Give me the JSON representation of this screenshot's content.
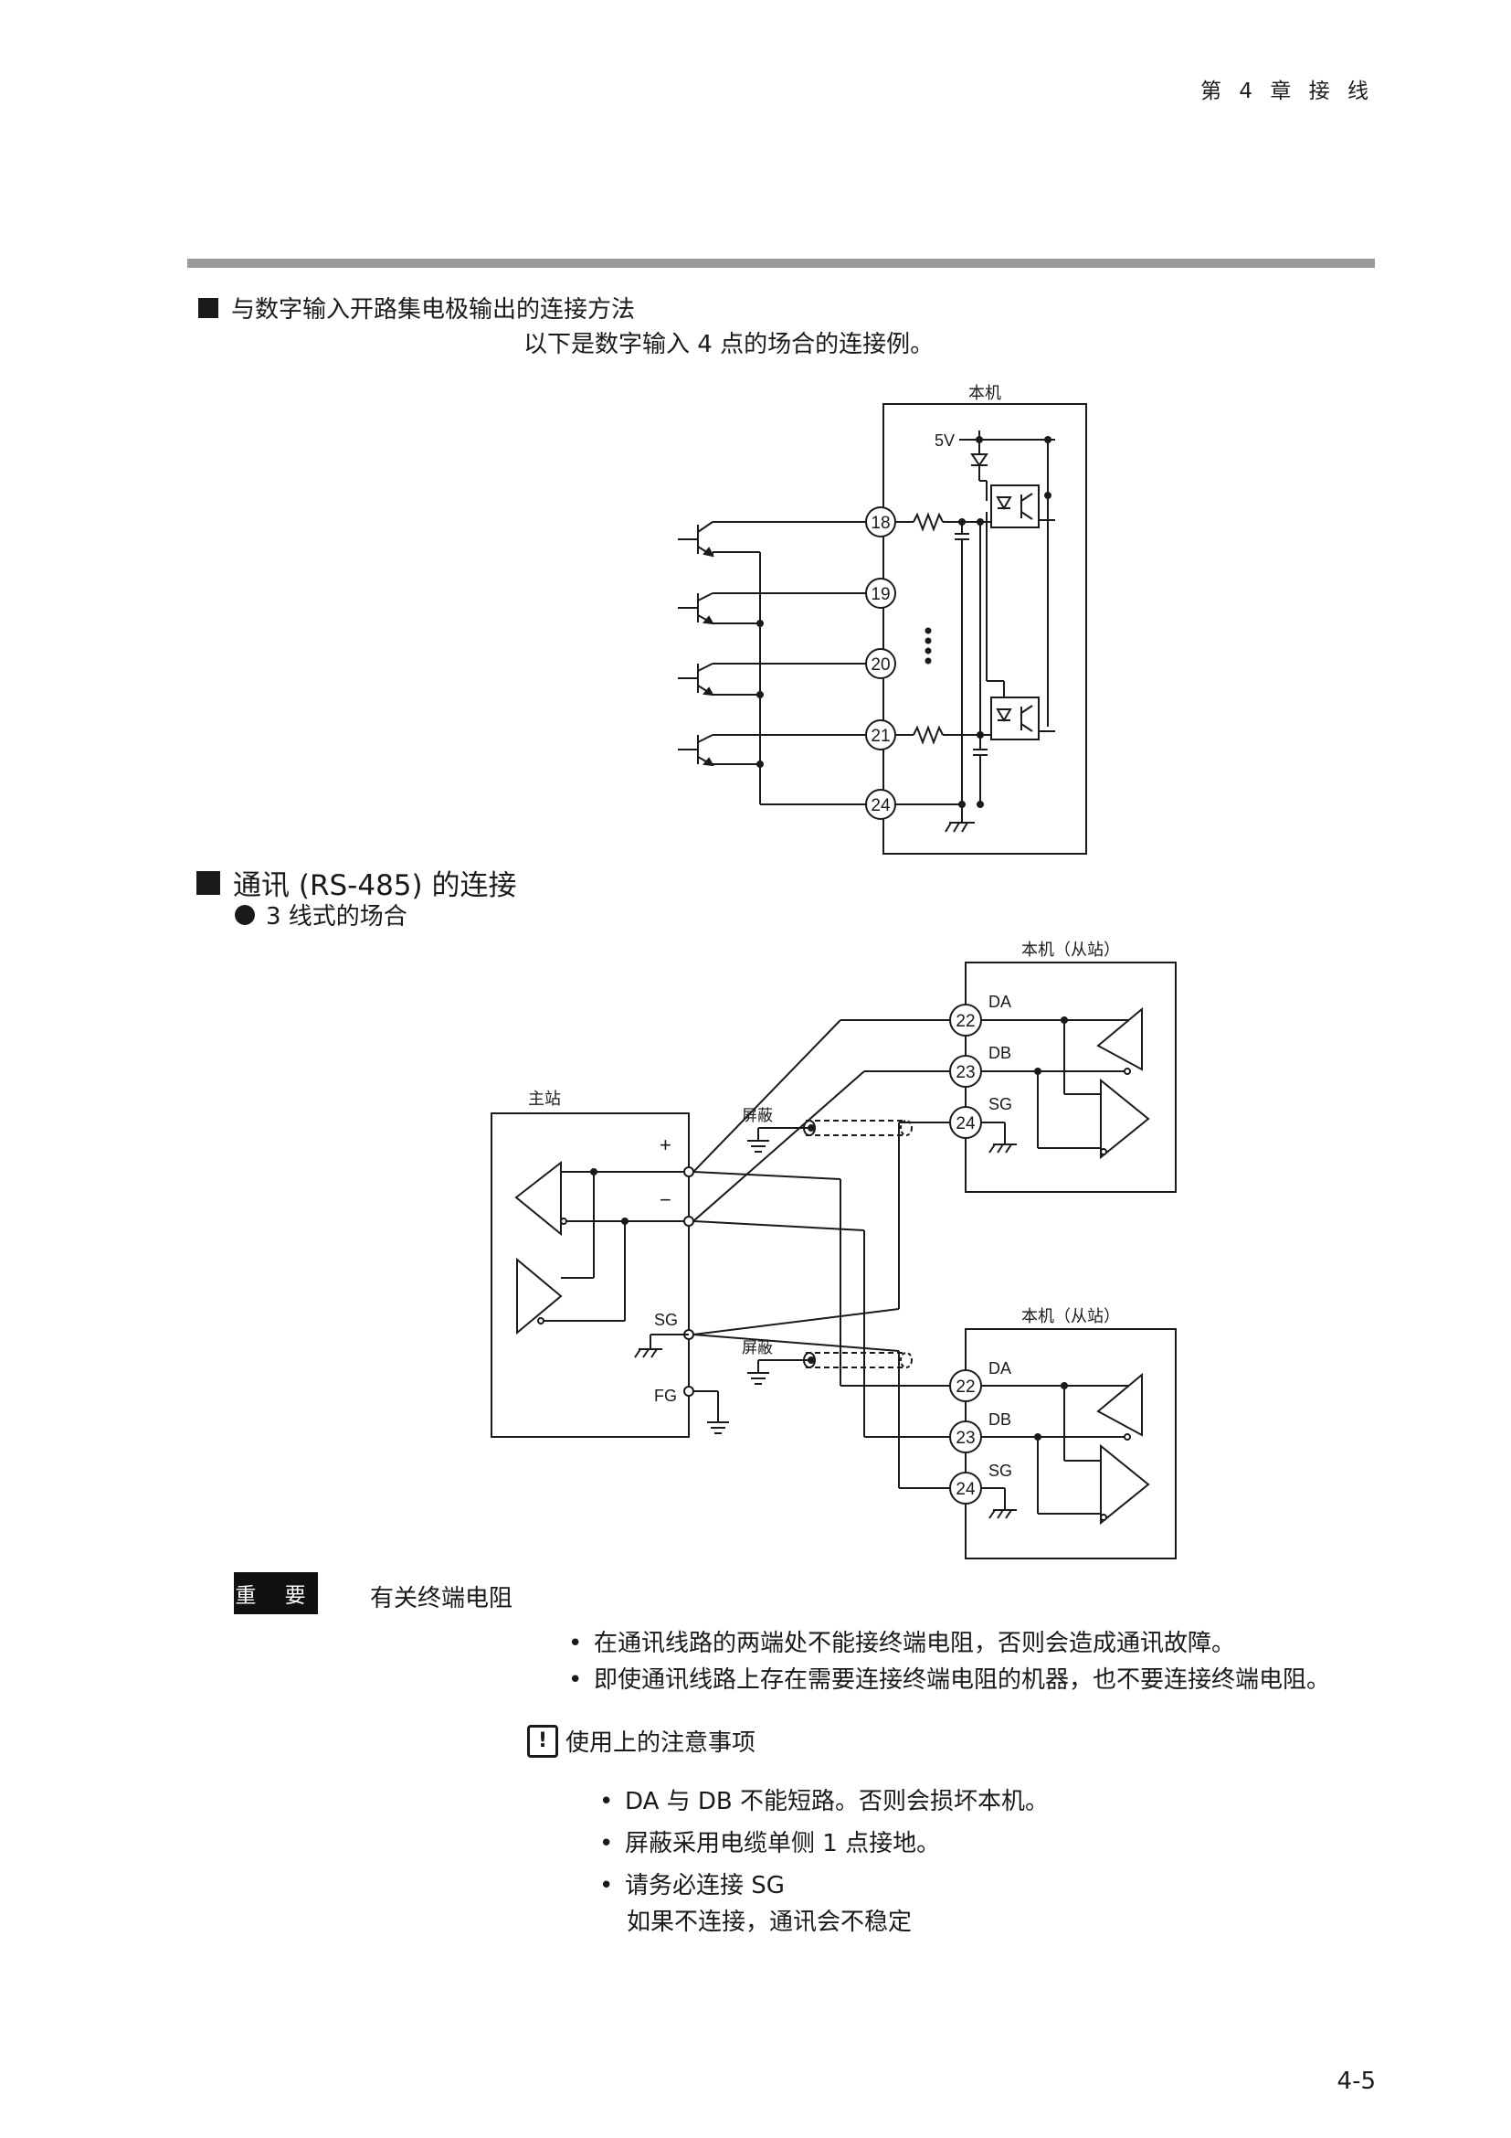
{
  "header": {
    "chapter": "第 4 章 接 线"
  },
  "section1": {
    "title": "与数字输入开路集电极输出的连接方法",
    "subtitle": "以下是数字输入 4 点的场合的连接例。",
    "diagram": {
      "unit_label": "本机",
      "supply_label": "5V",
      "terminals": [
        "18",
        "19",
        "20",
        "21",
        "24"
      ]
    }
  },
  "section2": {
    "title": "通讯 (RS-485) 的连接",
    "subtitle": "3 线式的场合",
    "diagram": {
      "master_label": "主站",
      "slave_label": "本机（从站）",
      "plus_label": "+",
      "minus_label": "−",
      "sg_label": "SG",
      "fg_label": "FG",
      "shield_label": "屏蔽",
      "slave_terminals": [
        "22",
        "23",
        "24"
      ],
      "slave_signals": [
        "DA",
        "DB",
        "SG"
      ]
    }
  },
  "important": {
    "badge": "重 要",
    "title": "有关终端电阻",
    "items": [
      "在通讯线路的两端处不能接终端电阻，否则会造成通讯故障。",
      "即使通讯线路上存在需要连接终端电阻的机器，也不要连接终端电阻。"
    ]
  },
  "caution": {
    "icon": "exclamation-icon",
    "title": "使用上的注意事项",
    "items": [
      "DA 与 DB 不能短路。否则会损坏本机。",
      "屏蔽采用电缆单侧 1 点接地。",
      "请务必连接 SG"
    ],
    "note": "如果不连接，通讯会不稳定"
  },
  "page_number": "4-5"
}
